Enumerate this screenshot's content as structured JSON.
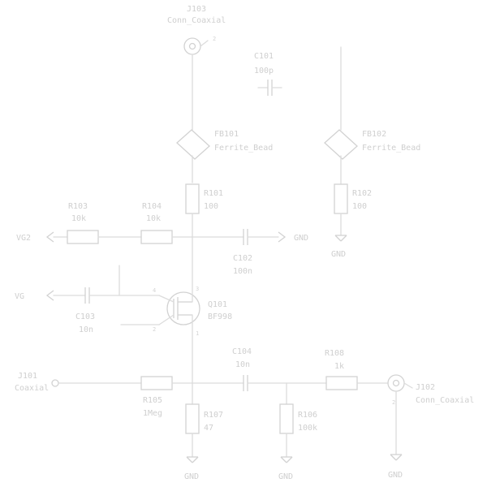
{
  "schematic": {
    "j103": {
      "ref": "J103",
      "value": "Conn_Coaxial",
      "pin": "2"
    },
    "j101": {
      "ref": "J101",
      "value": "Coaxial"
    },
    "j102": {
      "ref": "J102",
      "value": "Conn_Coaxial",
      "pin": "2"
    },
    "c101": {
      "ref": "C101",
      "value": "100p"
    },
    "c102": {
      "ref": "C102",
      "value": "100n"
    },
    "c103": {
      "ref": "C103",
      "value": "10n"
    },
    "c104": {
      "ref": "C104",
      "value": "10n"
    },
    "fb101": {
      "ref": "FB101",
      "value": "Ferrite_Bead"
    },
    "fb102": {
      "ref": "FB102",
      "value": "Ferrite_Bead"
    },
    "r101": {
      "ref": "R101",
      "value": "100"
    },
    "r102": {
      "ref": "R102",
      "value": "100"
    },
    "r103": {
      "ref": "R103",
      "value": "10k"
    },
    "r104": {
      "ref": "R104",
      "value": "10k"
    },
    "r105": {
      "ref": "R105",
      "value": "1Meg"
    },
    "r106": {
      "ref": "R106",
      "value": "100k"
    },
    "r107": {
      "ref": "R107",
      "value": "47"
    },
    "r108": {
      "ref": "R108",
      "value": "1k"
    },
    "q101": {
      "ref": "Q101",
      "value": "BF998",
      "pins": [
        "3",
        "4",
        "2",
        "1"
      ]
    },
    "nets": {
      "vg2": "VG2",
      "vg": "VG",
      "gnd": "GND"
    }
  }
}
